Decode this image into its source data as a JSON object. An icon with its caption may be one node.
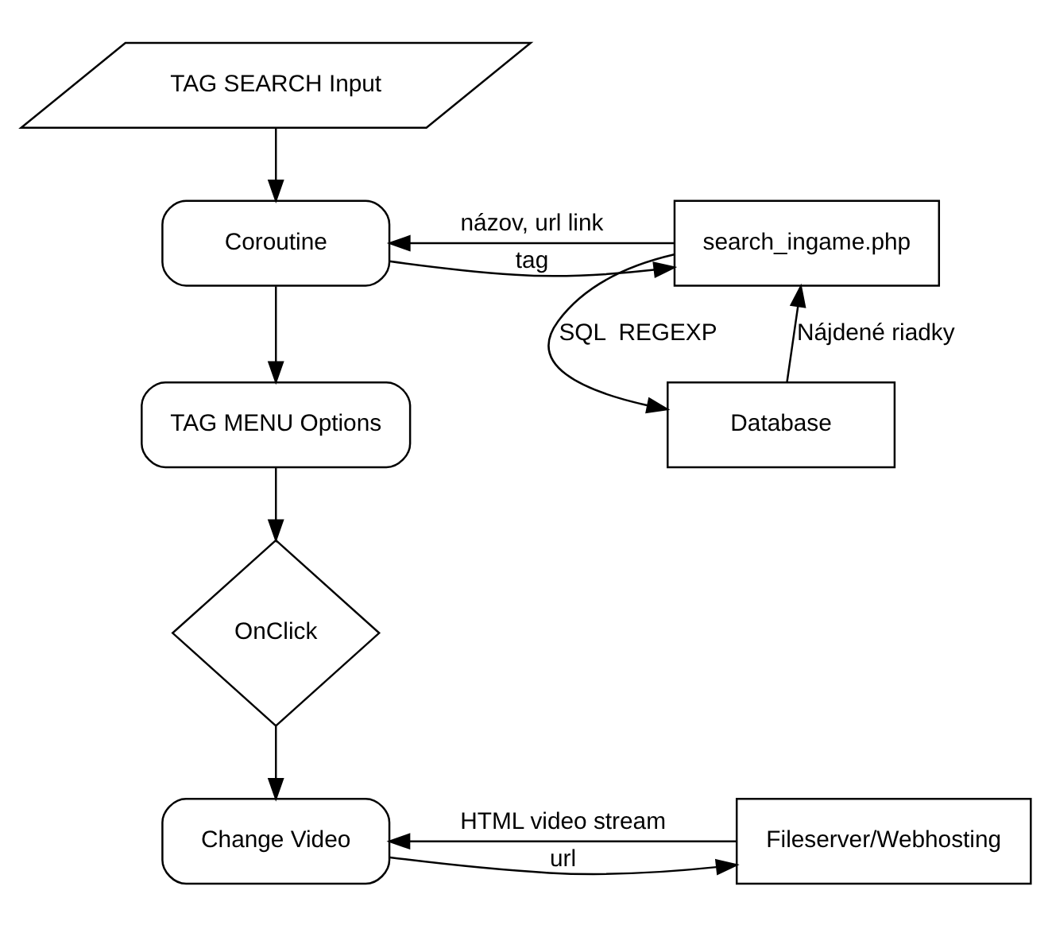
{
  "diagram": {
    "nodes": [
      {
        "text": [
          "TAG SEARCH Input"
        ]
      },
      {
        "text": [
          "Coroutine"
        ]
      },
      {
        "text": [
          "search_ingame.php"
        ]
      },
      {
        "text": [
          "Database"
        ]
      },
      {
        "text": [
          "TAG MENU Options"
        ]
      },
      {
        "text": [
          "OnClick"
        ]
      },
      {
        "text": [
          "Change Video"
        ]
      },
      {
        "text": [
          "Fileserver/Webhosting"
        ]
      }
    ],
    "edges": [
      {
        "from": 0,
        "to": 1,
        "arrow": "to"
      },
      {
        "from": 1,
        "to": 2,
        "arrow": "to",
        "label": "tag"
      },
      {
        "from": 2,
        "to": 1,
        "arrow": "to",
        "label": "názov, url link"
      },
      {
        "from": 2,
        "to": 3,
        "arrow": "to",
        "label": "SQL  REGEXP"
      },
      {
        "from": 3,
        "to": 2,
        "arrow": "to",
        "label": "Nájdené riadky"
      },
      {
        "from": 1,
        "to": 4,
        "arrow": "to"
      },
      {
        "from": 4,
        "to": 5,
        "arrow": "to"
      },
      {
        "from": 5,
        "to": 6,
        "arrow": "to"
      },
      {
        "from": 6,
        "to": 7,
        "arrow": "to",
        "label": "url"
      },
      {
        "from": 7,
        "to": 6,
        "arrow": "to",
        "label": "HTML video stream"
      }
    ]
  }
}
